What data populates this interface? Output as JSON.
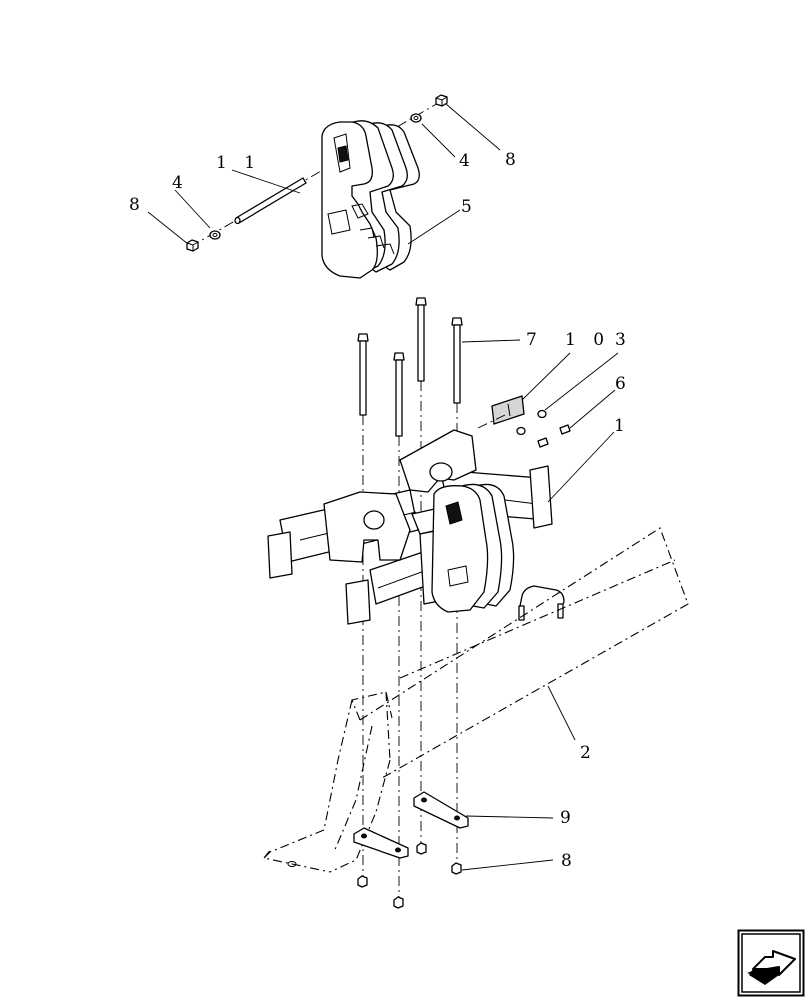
{
  "diagram": {
    "callouts": {
      "c1": "1",
      "c2": "2",
      "c3": "3",
      "c4a": "4",
      "c4b": "4",
      "c5": "5",
      "c6": "6",
      "c7": "7",
      "c8a": "8",
      "c8b": "8",
      "c8c": "8",
      "c9": "9",
      "c10": "1 0",
      "c11": "1 1"
    }
  },
  "navigation": {
    "next_icon": "next-page-arrow-icon"
  }
}
